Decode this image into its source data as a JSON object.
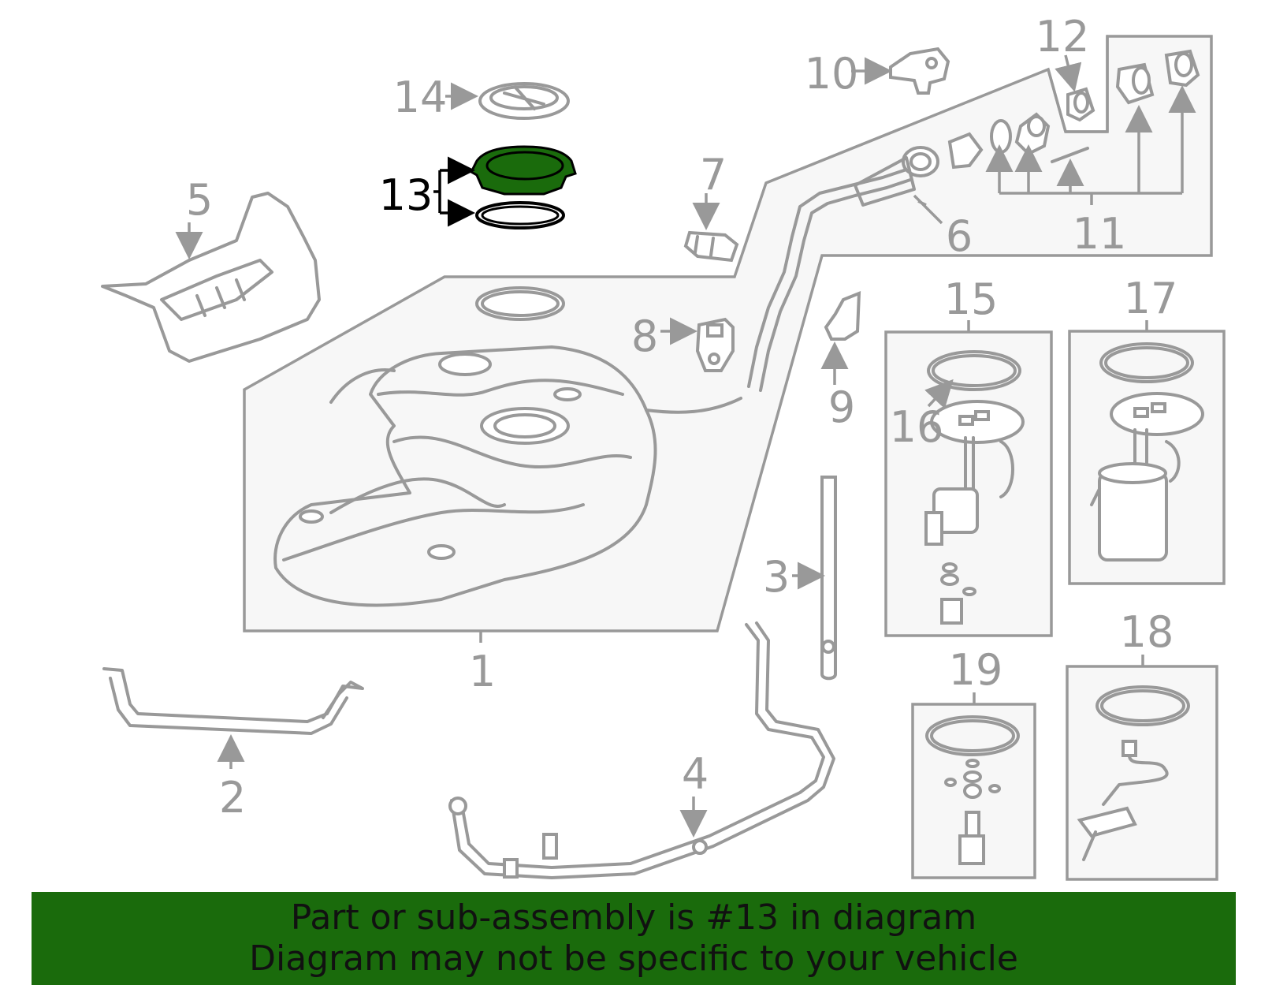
{
  "callouts": {
    "c1": "1",
    "c2": "2",
    "c3": "3",
    "c4": "4",
    "c5": "5",
    "c6": "6",
    "c7": "7",
    "c8": "8",
    "c9": "9",
    "c10": "10",
    "c11": "11",
    "c12": "12",
    "c13": "13",
    "c14": "14",
    "c15": "15",
    "c16": "16",
    "c17": "17",
    "c18": "18",
    "c19": "19"
  },
  "highlight_part": "13",
  "banner": {
    "line1": "Part or sub-assembly is #13 in diagram",
    "line2": "Diagram may not be specific to your vehicle"
  },
  "colors": {
    "banner_bg": "#1a6b0c",
    "highlight_fill": "#1a6b0c",
    "line_gray": "#999999",
    "panel_fill": "#f7f7f7",
    "highlight_text": "#000000"
  }
}
